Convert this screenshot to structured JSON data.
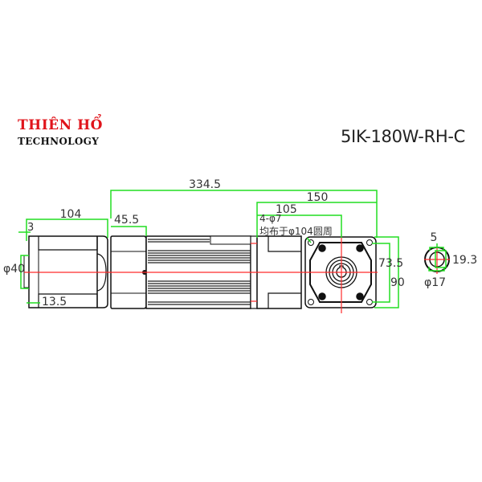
{
  "brand": {
    "name": "THIÊN HỔ",
    "subtitle": "TECHNOLOGY",
    "name_color": "#e0141b"
  },
  "model": "5IK-180W-RH-C",
  "colors": {
    "dimension": "#22dd22",
    "centerline": "#ff2a2a",
    "outline": "#111111"
  },
  "dimensions": {
    "overall_length": "334.5",
    "gearbox_length": "150",
    "hole_spacing": "105",
    "brake_length": "104",
    "terminal_length": "45.5",
    "flange_offset": "3",
    "brake_diameter": "φ40",
    "brake_step": "13.5",
    "mount_holes": "4-φ7",
    "mount_holes_note": "均布于φ104圆周",
    "bolt_center_height": "73.5",
    "flange_height": "90",
    "key_width": "5",
    "shaft_key_height": "19.3",
    "shaft_diameter": "φ17"
  }
}
